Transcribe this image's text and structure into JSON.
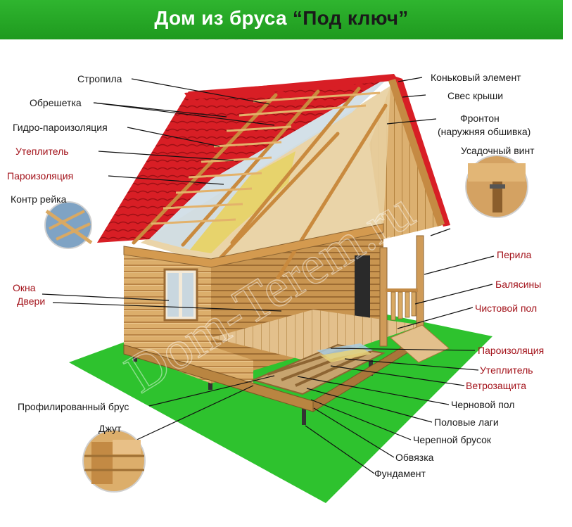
{
  "title": {
    "main": "Дом из бруса ",
    "quoted": "“Под ключ”"
  },
  "watermark": "Dom-Terem.ru",
  "colors": {
    "banner": "#28a828",
    "roof": "#d81e25",
    "lawn": "#2ec22e",
    "wood": "#d9a963",
    "label_red": "#a3121a"
  },
  "labels": {
    "rafters": "Стропила",
    "battens": "Обрешетка",
    "hydro_vapor_barrier": "Гидро-пароизоляция",
    "insulation_roof": "Утеплитель",
    "vapor_barrier_roof": "Пароизоляция",
    "counter_batten": "Контр рейка",
    "windows": "Окна",
    "doors": "Двери",
    "profiled_beam": "Профилированный брус",
    "jute": "Джут",
    "ridge": "Коньковый элемент",
    "roof_overhang": "Свес крыши",
    "gable_line1": "Фронтон",
    "gable_line2": "(наружняя обшивка)",
    "shrink_screw": "Усадочный винт",
    "railing": "Перила",
    "balusters": "Балясины",
    "finish_floor": "Чистовой пол",
    "vapor_barrier_floor": "Пароизоляция",
    "insulation_floor": "Утеплитель",
    "wind_barrier": "Ветрозащита",
    "rough_floor": "Черновой пол",
    "floor_joists": "Половые лаги",
    "cranial_bar": "Черепной брусок",
    "strapping": "Обвязка",
    "foundation": "Фундамент"
  }
}
